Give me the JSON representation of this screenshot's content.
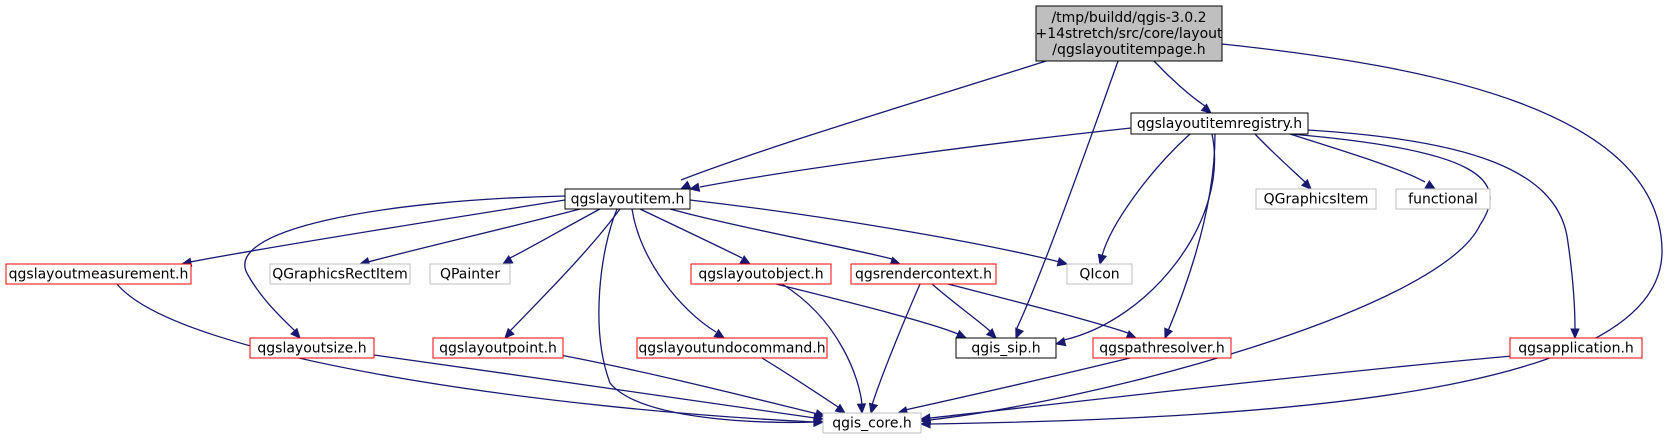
{
  "colors": {
    "edge": "#191970",
    "root_fill": "#bfbfbf",
    "border_documented": "#000000",
    "border_undocumented": "#ff0000",
    "border_external": "#bfbfbf",
    "text_normal": "#000000",
    "text_external": "#000000"
  },
  "nodes": [
    {
      "id": "root",
      "lines": [
        "/tmp/buildd/qgis-3.0.2",
        "+14stretch/src/core/layout",
        "/qgslayoutitempage.h"
      ],
      "kind": "root"
    },
    {
      "id": "registry",
      "lines": [
        "qgslayoutitemregistry.h"
      ],
      "kind": "documented"
    },
    {
      "id": "layoutitem",
      "lines": [
        "qgslayoutitem.h"
      ],
      "kind": "documented"
    },
    {
      "id": "qgraphicsitem",
      "lines": [
        "QGraphicsItem"
      ],
      "kind": "external"
    },
    {
      "id": "functional",
      "lines": [
        "functional"
      ],
      "kind": "external"
    },
    {
      "id": "measurement",
      "lines": [
        "qgslayoutmeasurement.h"
      ],
      "kind": "undocumented"
    },
    {
      "id": "qgraphicsrectitem",
      "lines": [
        "QGraphicsRectItem"
      ],
      "kind": "external"
    },
    {
      "id": "qpainter",
      "lines": [
        "QPainter"
      ],
      "kind": "external"
    },
    {
      "id": "layoutobject",
      "lines": [
        "qgslayoutobject.h"
      ],
      "kind": "undocumented"
    },
    {
      "id": "rendercontext",
      "lines": [
        "qgsrendercontext.h"
      ],
      "kind": "undocumented"
    },
    {
      "id": "qicon",
      "lines": [
        "QIcon"
      ],
      "kind": "external"
    },
    {
      "id": "layoutsize",
      "lines": [
        "qgslayoutsize.h"
      ],
      "kind": "undocumented"
    },
    {
      "id": "layoutpoint",
      "lines": [
        "qgslayoutpoint.h"
      ],
      "kind": "undocumented"
    },
    {
      "id": "undocommand",
      "lines": [
        "qgslayoutundocommand.h"
      ],
      "kind": "undocumented"
    },
    {
      "id": "qgis_sip",
      "lines": [
        "qgis_sip.h"
      ],
      "kind": "documented"
    },
    {
      "id": "pathresolver",
      "lines": [
        "qgspathresolver.h"
      ],
      "kind": "undocumented"
    },
    {
      "id": "application",
      "lines": [
        "qgsapplication.h"
      ],
      "kind": "undocumented"
    },
    {
      "id": "qgis_core",
      "lines": [
        "qgis_core.h"
      ],
      "kind": "external"
    }
  ],
  "edges": [
    {
      "from": "root",
      "to": "layoutitem"
    },
    {
      "from": "root",
      "to": "qgis_sip"
    },
    {
      "from": "root",
      "to": "registry"
    },
    {
      "from": "root",
      "to": "qgis_core"
    },
    {
      "from": "registry",
      "to": "layoutitem"
    },
    {
      "from": "registry",
      "to": "qgraphicsitem"
    },
    {
      "from": "registry",
      "to": "functional"
    },
    {
      "from": "registry",
      "to": "qicon"
    },
    {
      "from": "registry",
      "to": "qgis_sip"
    },
    {
      "from": "registry",
      "to": "pathresolver"
    },
    {
      "from": "registry",
      "to": "qgis_core"
    },
    {
      "from": "registry",
      "to": "application"
    },
    {
      "from": "layoutitem",
      "to": "measurement"
    },
    {
      "from": "layoutitem",
      "to": "qgraphicsrectitem"
    },
    {
      "from": "layoutitem",
      "to": "qpainter"
    },
    {
      "from": "layoutitem",
      "to": "layoutobject"
    },
    {
      "from": "layoutitem",
      "to": "rendercontext"
    },
    {
      "from": "layoutitem",
      "to": "qicon"
    },
    {
      "from": "layoutitem",
      "to": "layoutsize"
    },
    {
      "from": "layoutitem",
      "to": "layoutpoint"
    },
    {
      "from": "layoutitem",
      "to": "undocommand"
    },
    {
      "from": "layoutitem",
      "to": "qgis_core"
    },
    {
      "from": "layoutobject",
      "to": "qgis_sip"
    },
    {
      "from": "layoutobject",
      "to": "qgis_core"
    },
    {
      "from": "rendercontext",
      "to": "qgis_sip"
    },
    {
      "from": "rendercontext",
      "to": "pathresolver"
    },
    {
      "from": "rendercontext",
      "to": "qgis_core"
    },
    {
      "from": "measurement",
      "to": "qgis_core"
    },
    {
      "from": "layoutsize",
      "to": "qgis_core"
    },
    {
      "from": "layoutpoint",
      "to": "qgis_core"
    },
    {
      "from": "undocommand",
      "to": "qgis_core"
    },
    {
      "from": "pathresolver",
      "to": "qgis_core"
    },
    {
      "from": "application",
      "to": "qgis_core"
    }
  ]
}
